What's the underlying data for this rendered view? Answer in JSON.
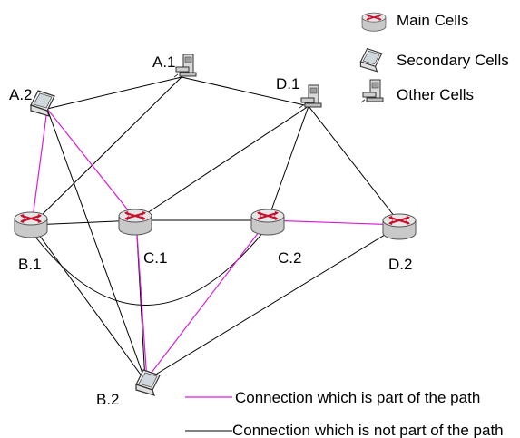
{
  "nodes": [
    {
      "id": "A1",
      "label": "A.1",
      "kind": "other-cell-icon"
    },
    {
      "id": "A2",
      "label": "A.2",
      "kind": "secondary-cell-icon"
    },
    {
      "id": "D1",
      "label": "D.1",
      "kind": "other-cell-icon"
    },
    {
      "id": "B1",
      "label": "B.1",
      "kind": "main-cell-icon"
    },
    {
      "id": "C1",
      "label": "C.1",
      "kind": "main-cell-icon"
    },
    {
      "id": "C2",
      "label": "C.2",
      "kind": "main-cell-icon"
    },
    {
      "id": "D2",
      "label": "D.2",
      "kind": "main-cell-icon"
    },
    {
      "id": "B2",
      "label": "B.2",
      "kind": "secondary-cell-icon"
    }
  ],
  "edges": [
    {
      "from": "A2",
      "to": "A1",
      "on_path": false
    },
    {
      "from": "A1",
      "to": "D1",
      "on_path": false
    },
    {
      "from": "A1",
      "to": "B1",
      "on_path": false
    },
    {
      "from": "D1",
      "to": "C1",
      "on_path": false
    },
    {
      "from": "D1",
      "to": "C2",
      "on_path": false
    },
    {
      "from": "D1",
      "to": "D2",
      "on_path": false
    },
    {
      "from": "A2",
      "to": "B2",
      "on_path": false
    },
    {
      "from": "B1",
      "to": "C1",
      "on_path": false
    },
    {
      "from": "C1",
      "to": "C2",
      "on_path": false
    },
    {
      "from": "B1",
      "to": "B2",
      "on_path": false
    },
    {
      "from": "C1",
      "to": "B2",
      "on_path": false
    },
    {
      "from": "D2",
      "to": "B2",
      "on_path": false
    },
    {
      "from": "B1",
      "to": "C2",
      "on_path": false,
      "curved": true
    },
    {
      "from": "A2",
      "to": "B1",
      "on_path": true
    },
    {
      "from": "A2",
      "to": "C1",
      "on_path": true
    },
    {
      "from": "C1",
      "to": "B2",
      "on_path": true
    },
    {
      "from": "C2",
      "to": "B2",
      "on_path": true
    },
    {
      "from": "C2",
      "to": "D2",
      "on_path": true
    }
  ],
  "legend": {
    "main_cells": "Main Cells",
    "secondary_cells": "Secondary Cells",
    "other_cells": "Other Cells",
    "path_connection": "Connection which is part of the path",
    "nonpath_connection": "Connection which is not part of the path"
  },
  "colors": {
    "path_edge": "#d61fd6",
    "nonpath_edge": "#000000",
    "router_body": "#d9d9d9",
    "router_arrow": "#c8102e"
  }
}
